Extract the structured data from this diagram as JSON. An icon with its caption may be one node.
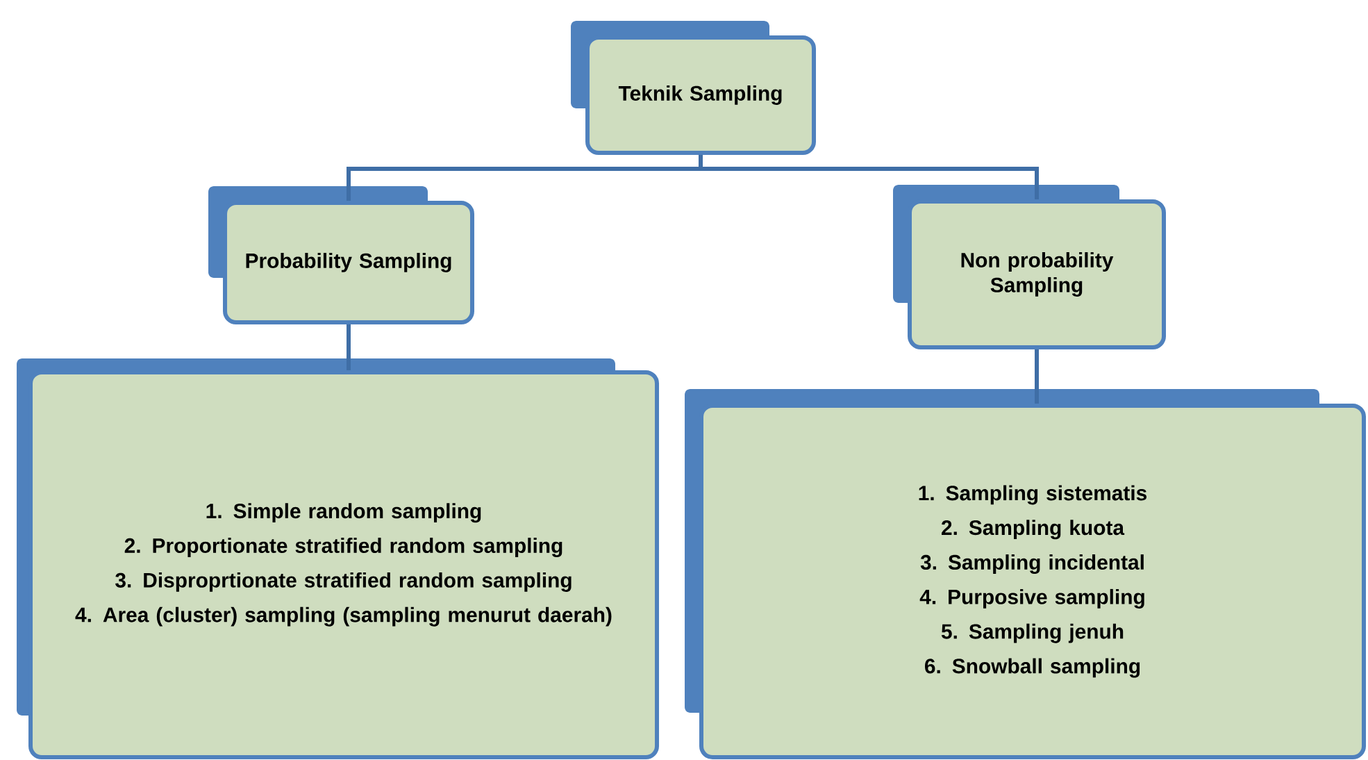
{
  "diagram": {
    "nodes": [
      {
        "text": [
          "Teknik Sampling"
        ]
      },
      {
        "text": [
          "Probability Sampling"
        ]
      },
      {
        "text": [
          "Non probability Sampling"
        ]
      },
      {
        "text": [
          "1. Simple random sampling",
          "2. Proportionate stratified random sampling",
          "3.  Disproprtionate stratified random sampling",
          "4. Area (cluster) sampling (sampling menurut daerah)"
        ]
      },
      {
        "text": [
          "1. Sampling sistematis",
          "2. Sampling kuota",
          "3. Sampling incidental",
          "4. Purposive sampling",
          "5. Sampling jenuh",
          "6. Snowball sampling"
        ]
      }
    ],
    "edges": [
      {
        "from": 0,
        "to": 1,
        "arrow": "none"
      },
      {
        "from": 0,
        "to": 2,
        "arrow": "none"
      },
      {
        "from": 1,
        "to": 3,
        "arrow": "none"
      },
      {
        "from": 2,
        "to": 4,
        "arrow": "none"
      }
    ]
  }
}
